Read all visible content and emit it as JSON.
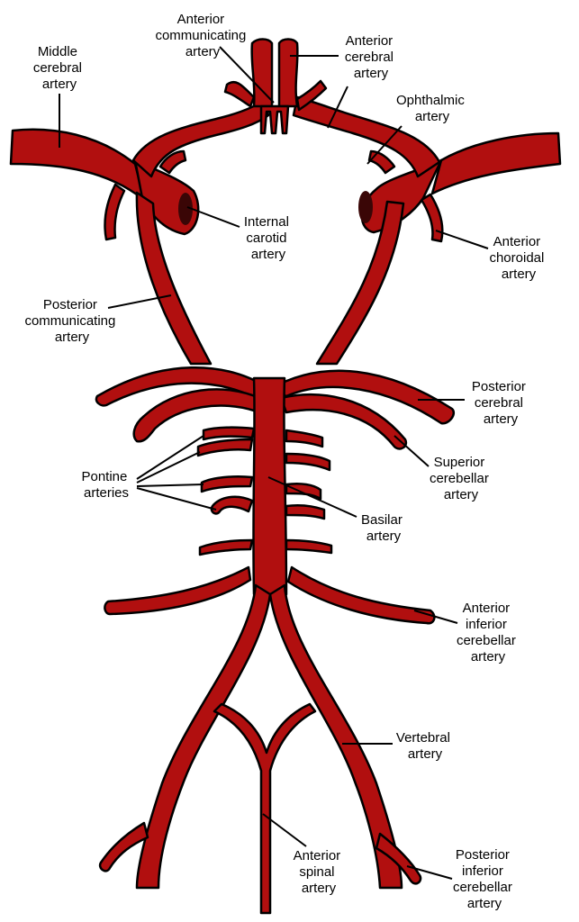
{
  "labels": {
    "anterior_communicating": [
      "Anterior",
      "communicating",
      "artery"
    ],
    "middle_cerebral": [
      "Middle",
      "cerebral",
      "artery"
    ],
    "anterior_cerebral": [
      "Anterior",
      "cerebral",
      "artery"
    ],
    "ophthalmic": [
      "Ophthalmic",
      "artery"
    ],
    "internal_carotid": [
      "Internal",
      "carotid",
      "artery"
    ],
    "anterior_choroidal": [
      "Anterior",
      "choroidal",
      "artery"
    ],
    "posterior_communicating": [
      "Posterior",
      "communicating",
      "artery"
    ],
    "posterior_cerebral": [
      "Posterior",
      "cerebral",
      "artery"
    ],
    "superior_cerebellar": [
      "Superior",
      "cerebellar",
      "artery"
    ],
    "pontine": [
      "Pontine",
      "arteries"
    ],
    "basilar": [
      "Basilar",
      "artery"
    ],
    "anterior_inferior_cerebellar": [
      "Anterior",
      "inferior",
      "cerebellar",
      "artery"
    ],
    "vertebral": [
      "Vertebral",
      "artery"
    ],
    "anterior_spinal": [
      "Anterior",
      "spinal",
      "artery"
    ],
    "posterior_inferior_cerebellar": [
      "Posterior",
      "inferior",
      "cerebellar",
      "artery"
    ]
  },
  "colors": {
    "vessel": "#b10f0f",
    "outline": "#000000",
    "lumen": "#3a0606"
  }
}
